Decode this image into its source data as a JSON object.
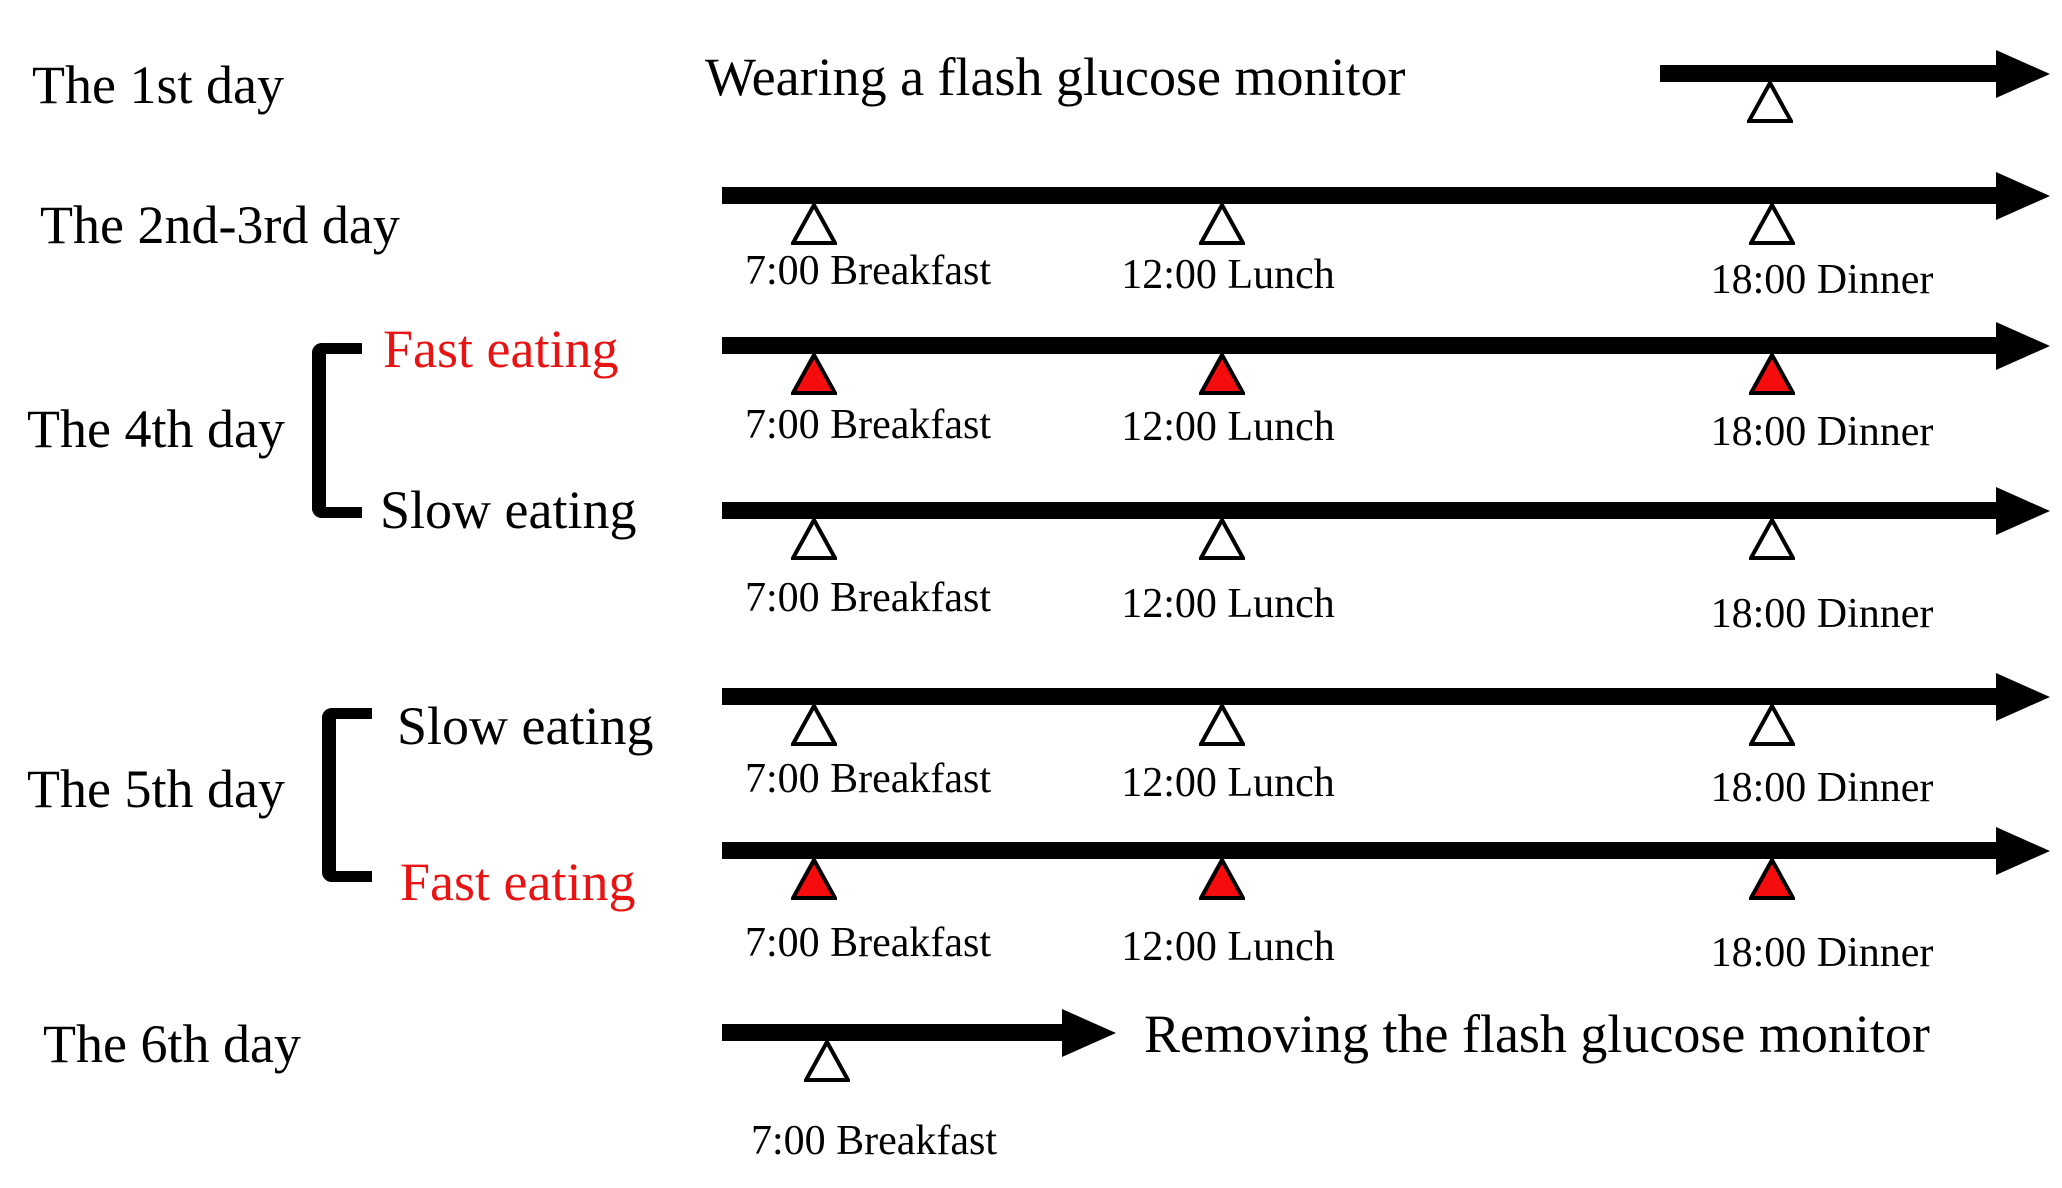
{
  "colors": {
    "fast_eating_text": "#e81313",
    "fast_marker_fill": "#f50d0d",
    "slow_marker_fill": "#ffffff",
    "timeline": "#000000"
  },
  "rows": {
    "day1": {
      "day_label": "The 1st day",
      "annotation": "Wearing a flash glucose monitor",
      "meals": [
        {
          "label": "",
          "marker": "white-triangle"
        }
      ]
    },
    "day23": {
      "day_label": "The 2nd-3rd day",
      "meals": [
        {
          "label": "7:00 Breakfast",
          "marker": "white-triangle"
        },
        {
          "label": "12:00 Lunch",
          "marker": "white-triangle"
        },
        {
          "label": "18:00 Dinner",
          "marker": "white-triangle"
        }
      ]
    },
    "day4": {
      "day_label": "The 4th day",
      "branches": [
        {
          "branch_label": "Fast eating",
          "style": "fast",
          "meals": [
            {
              "label": "7:00 Breakfast",
              "marker": "red-triangle"
            },
            {
              "label": "12:00 Lunch",
              "marker": "red-triangle"
            },
            {
              "label": "18:00 Dinner",
              "marker": "red-triangle"
            }
          ]
        },
        {
          "branch_label": "Slow eating",
          "style": "slow",
          "meals": [
            {
              "label": "7:00 Breakfast",
              "marker": "white-triangle"
            },
            {
              "label": "12:00 Lunch",
              "marker": "white-triangle"
            },
            {
              "label": "18:00 Dinner",
              "marker": "white-triangle"
            }
          ]
        }
      ]
    },
    "day5": {
      "day_label": "The 5th day",
      "branches": [
        {
          "branch_label": "Slow eating",
          "style": "slow",
          "meals": [
            {
              "label": "7:00 Breakfast",
              "marker": "white-triangle"
            },
            {
              "label": "12:00 Lunch",
              "marker": "white-triangle"
            },
            {
              "label": "18:00 Dinner",
              "marker": "white-triangle"
            }
          ]
        },
        {
          "branch_label": "Fast eating",
          "style": "fast",
          "meals": [
            {
              "label": "7:00 Breakfast",
              "marker": "red-triangle"
            },
            {
              "label": "12:00 Lunch",
              "marker": "red-triangle"
            },
            {
              "label": "18:00 Dinner",
              "marker": "red-triangle"
            }
          ]
        }
      ]
    },
    "day6": {
      "day_label": "The 6th day",
      "annotation": "Removing the flash glucose monitor",
      "meals": [
        {
          "label": "7:00 Breakfast",
          "marker": "white-triangle"
        }
      ]
    }
  }
}
